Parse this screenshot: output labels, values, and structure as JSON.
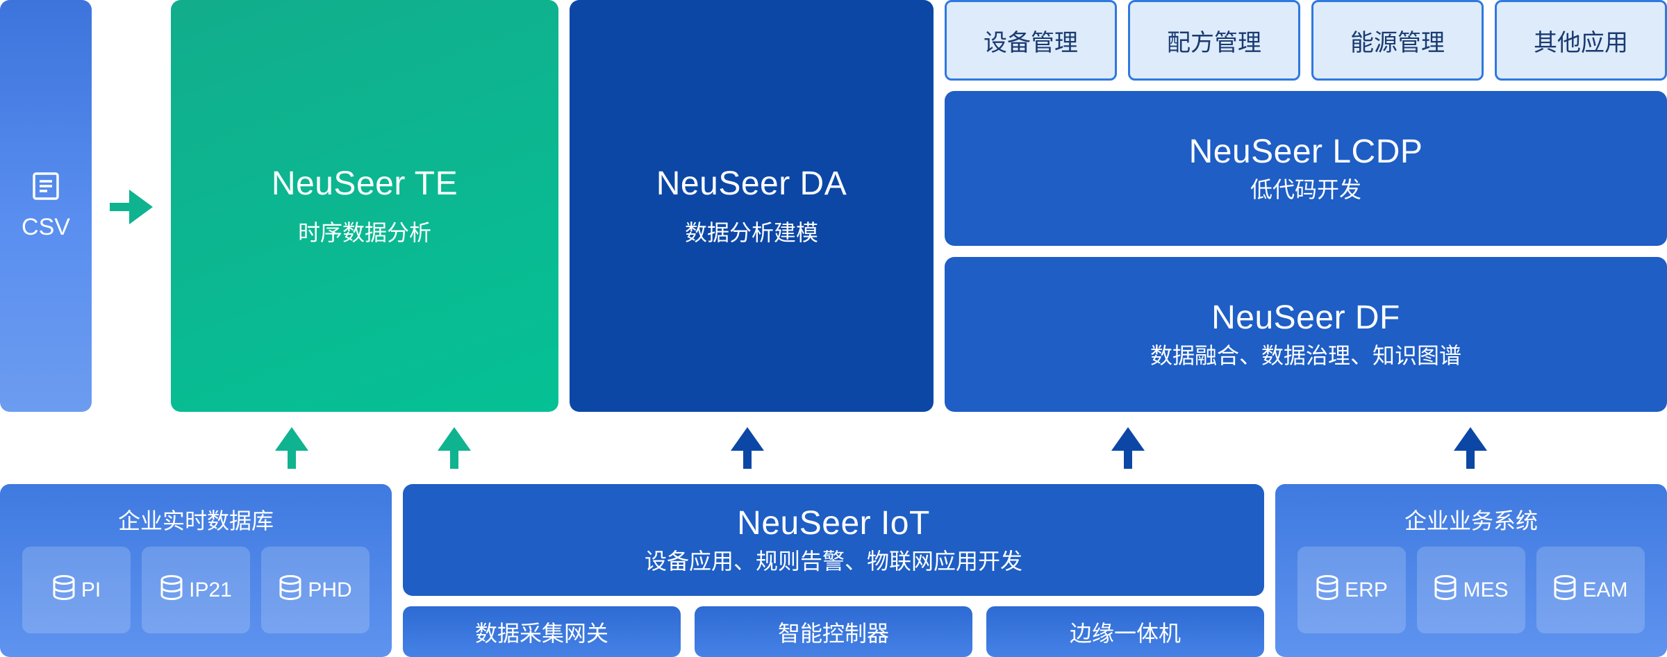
{
  "csv": {
    "icon": "document-icon",
    "label": "CSV"
  },
  "te": {
    "title": "NeuSeer TE",
    "subtitle": "时序数据分析"
  },
  "da": {
    "title": "NeuSeer DA",
    "subtitle": "数据分析建模"
  },
  "tabs": [
    "设备管理",
    "配方管理",
    "能源管理",
    "其他应用"
  ],
  "lcdp": {
    "title": "NeuSeer LCDP",
    "subtitle": "低代码开发"
  },
  "df": {
    "title": "NeuSeer DF",
    "subtitle": "数据融合、数据治理、知识图谱"
  },
  "realtime_db": {
    "title": "企业实时数据库",
    "items": [
      "PI",
      "IP21",
      "PHD"
    ],
    "item_icon": "database-icon"
  },
  "iot": {
    "title": "NeuSeer IoT",
    "subtitle": "设备应用、规则告警、物联网应用开发"
  },
  "gateways": [
    "数据采集网关",
    "智能控制器",
    "边缘一体机"
  ],
  "business": {
    "title": "企业业务系统",
    "items": [
      "ERP",
      "MES",
      "EAM"
    ],
    "item_icon": "database-icon"
  },
  "colors": {
    "green": "#0fb38f",
    "navy": "#0c47a6",
    "blue": "#1e5ec5",
    "light_tab": "#ddebfb"
  }
}
